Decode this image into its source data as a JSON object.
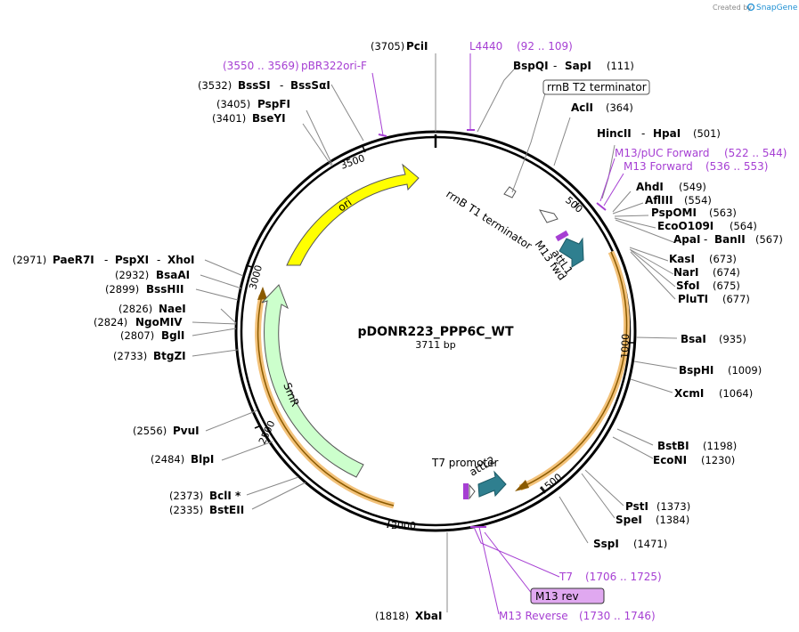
{
  "credit": {
    "prefix": "Created by",
    "brand": "SnapGene"
  },
  "plasmid": {
    "name": "pDONR223_PPP6C_WT",
    "length": "3711 bp"
  },
  "ticks": [
    "500",
    "1000",
    "1500",
    "2000",
    "2500",
    "3000",
    "3500"
  ],
  "enzymes": [
    {
      "name": "PciI",
      "pos": "(3705)"
    },
    {
      "name": "BspQI",
      "name2": "SapI",
      "pos": "(111)"
    },
    {
      "name": "AclI",
      "pos": "(364)"
    },
    {
      "name": "HincII",
      "name2": "HpaI",
      "pos": "(501)"
    },
    {
      "name": "AhdI",
      "pos": "(549)"
    },
    {
      "name": "AflIII",
      "pos": "(554)"
    },
    {
      "name": "PspOMI",
      "pos": "(563)"
    },
    {
      "name": "EcoO109I",
      "pos": "(564)"
    },
    {
      "name": "ApaI",
      "name2": "BanII",
      "pos": "(567)"
    },
    {
      "name": "KasI",
      "pos": "(673)"
    },
    {
      "name": "NarI",
      "pos": "(674)"
    },
    {
      "name": "SfoI",
      "pos": "(675)"
    },
    {
      "name": "PluTI",
      "pos": "(677)"
    },
    {
      "name": "BsaI",
      "pos": "(935)"
    },
    {
      "name": "BspHI",
      "pos": "(1009)"
    },
    {
      "name": "XcmI",
      "pos": "(1064)"
    },
    {
      "name": "BstBI",
      "pos": "(1198)"
    },
    {
      "name": "EcoNI",
      "pos": "(1230)"
    },
    {
      "name": "PstI",
      "pos": "(1373)"
    },
    {
      "name": "SpeI",
      "pos": "(1384)"
    },
    {
      "name": "SspI",
      "pos": "(1471)"
    },
    {
      "name": "XbaI",
      "pos": "(1818)"
    },
    {
      "name": "BstEII",
      "pos": "(2335)"
    },
    {
      "name": "BclI *",
      "pos": "(2373)"
    },
    {
      "name": "BlpI",
      "pos": "(2484)"
    },
    {
      "name": "PvuI",
      "pos": "(2556)"
    },
    {
      "name": "BtgZI",
      "pos": "(2733)"
    },
    {
      "name": "BglI",
      "pos": "(2807)"
    },
    {
      "name": "NgoMIV",
      "pos": "(2824)"
    },
    {
      "name": "NaeI",
      "pos": "(2826)"
    },
    {
      "name": "BssHII",
      "pos": "(2899)"
    },
    {
      "name": "BsaAI",
      "pos": "(2932)"
    },
    {
      "name": "PaeR7I",
      "name2": "PspXI",
      "name3": "XhoI",
      "pos": "(2971)"
    },
    {
      "name": "BseYI",
      "pos": "(3401)"
    },
    {
      "name": "PspFI",
      "pos": "(3405)"
    },
    {
      "name": "BssSI",
      "name2": "BssSαI",
      "pos": "(3532)"
    }
  ],
  "primers": [
    {
      "name": "L4440",
      "range": "(92 .. 109)"
    },
    {
      "name": "pBR322ori-F",
      "range": "(3550 .. 3569)"
    },
    {
      "name": "M13/pUC Forward",
      "range": "(522 .. 544)"
    },
    {
      "name": "M13 Forward",
      "range": "(536 .. 553)"
    },
    {
      "name": "T7",
      "range": "(1706 .. 1725)"
    },
    {
      "name": "M13 rev"
    },
    {
      "name": "M13 Reverse",
      "range": "(1730 .. 1746)"
    }
  ],
  "features": {
    "rrnB_T2": "rrnB T2 terminator",
    "rrnB_T1": "rrnB T1 terminator",
    "m13fwd": "M13 fwd",
    "attL1": "attL1",
    "attL2": "attL2",
    "t7promoter": "T7 promoter",
    "ori": "ori",
    "smr": "SmR"
  },
  "colors": {
    "primer": "#a63fd3",
    "ori": "#ffff00",
    "smr": "#ccffcc",
    "att": "#2f7f8f",
    "insert": "#f3c27a"
  }
}
